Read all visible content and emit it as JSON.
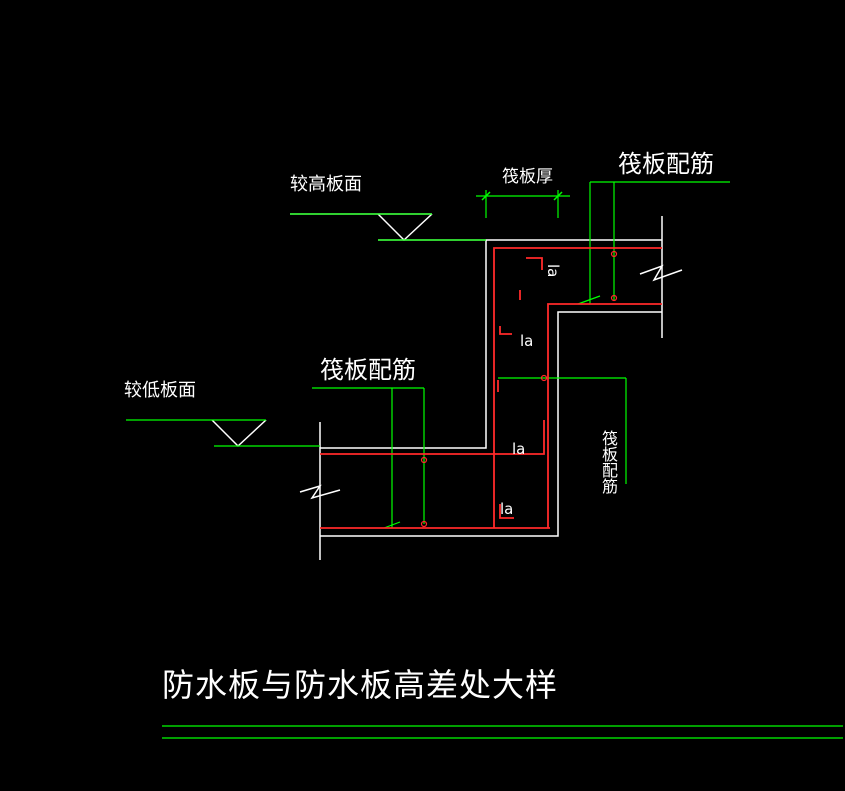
{
  "labels": {
    "higher_slab_surface": "较高板面",
    "lower_slab_surface": "较低板面",
    "raft_thickness": "筏板厚",
    "raft_reinforcement_top": "筏板配筋",
    "raft_reinforcement_mid": "筏板配筋",
    "raft_reinforcement_vertical": "筏板配筋",
    "la_1": "la",
    "la_2": "la",
    "la_3": "la",
    "la_4": "la",
    "title": "防水板与防水板高差处大样"
  },
  "colors": {
    "background": "#000000",
    "outline": "#ffffff",
    "rebar": "#ff2a2a",
    "leader": "#00ff00",
    "text": "#ffffff"
  }
}
